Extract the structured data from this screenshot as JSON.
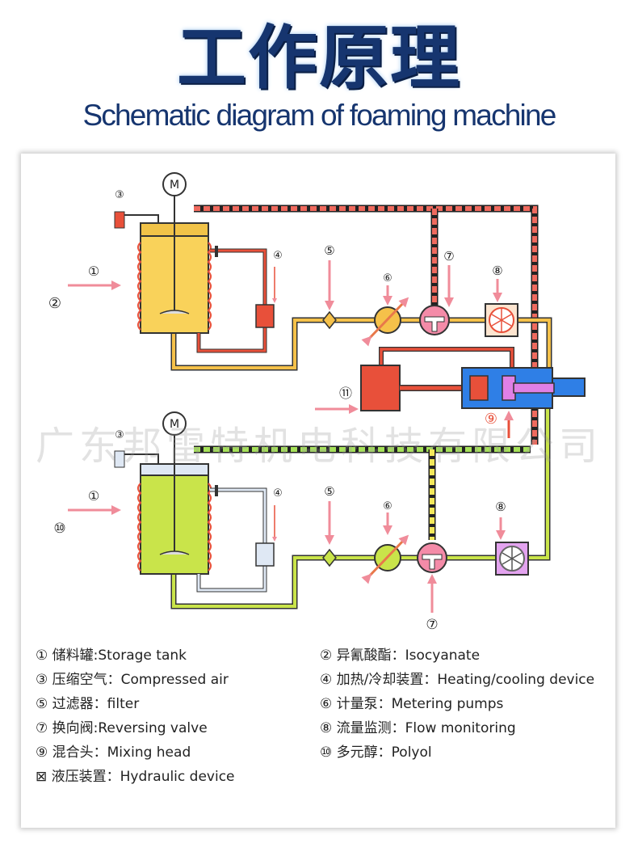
{
  "title": {
    "cn": "工作原理",
    "en": "Schematic diagram of foaming machine"
  },
  "watermark": "广东邦雷特机电科技有限公司",
  "colors": {
    "title_blue": "#16356f",
    "isocyanate_line": "#f5c14a",
    "polyol_line": "#c9e44a",
    "heating_red": "#e8503a",
    "hydraulic_blue": "#2f7fe6",
    "arrow_pink": "#f08c9a"
  },
  "diagram": {
    "markers": [
      "①",
      "②",
      "③",
      "④",
      "⑤",
      "⑥",
      "⑦",
      "⑧",
      "⑨",
      "⑩",
      "⑪"
    ],
    "motor_label": "M"
  },
  "legend": [
    {
      "text": "① 储料罐:Storage tank"
    },
    {
      "text": "② 异氰酸酯：Isocyanate"
    },
    {
      "text": "③ 压缩空气：Compressed air"
    },
    {
      "text": "④ 加热/冷却装置：Heating/cooling device"
    },
    {
      "text": "⑤ 过滤器：filter"
    },
    {
      "text": "⑥ 计量泵：Metering pumps"
    },
    {
      "text": "⑦ 换向阀:Reversing valve"
    },
    {
      "text": "⑧ 流量监测：Flow monitoring"
    },
    {
      "text": "⑨ 混合头：Mixing head"
    },
    {
      "text": "⑩ 多元醇：Polyol"
    },
    {
      "text": "⊠ 液压装置：Hydraulic device"
    }
  ]
}
